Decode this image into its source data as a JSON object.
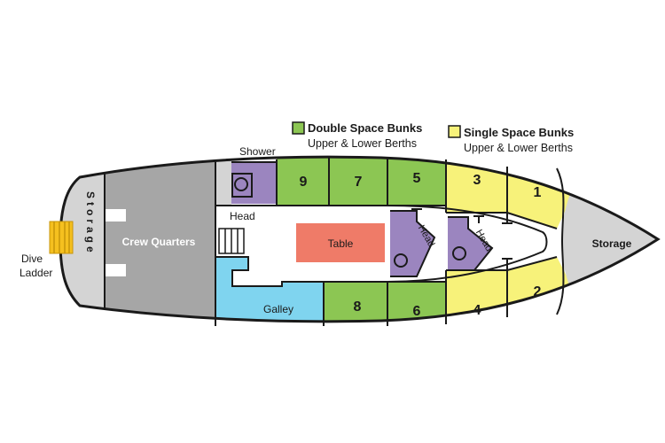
{
  "legend": {
    "double_title": "Double Space Bunks",
    "double_sub": "Upper & Lower Berths",
    "single_title": "Single Space Bunks",
    "single_sub": "Upper & Lower Berths"
  },
  "labels": {
    "shower": "Shower",
    "head_aft": "Head",
    "head_mid": "Head",
    "head_fwd": "Head",
    "table": "Table",
    "galley": "Galley",
    "crew_quarters": "Crew Quarters",
    "storage_aft": "Storage",
    "storage_fwd": "Storage",
    "dive": "Dive",
    "ladder": "Ladder"
  },
  "bunks": {
    "b1": "1",
    "b2": "2",
    "b3": "3",
    "b4": "4",
    "b5": "5",
    "b6": "6",
    "b7": "7",
    "b8": "8",
    "b9": "9"
  },
  "colors": {
    "double_bunk": "#8cc653",
    "single_bunk": "#f7f27a",
    "storage": "#d4d4d4",
    "crew": "#a6a6a6",
    "head": "#9b85bf",
    "table": "#ef7b68",
    "galley": "#7fd4ef",
    "ladder": "#f5c01f",
    "outline": "#1a1a1a"
  }
}
